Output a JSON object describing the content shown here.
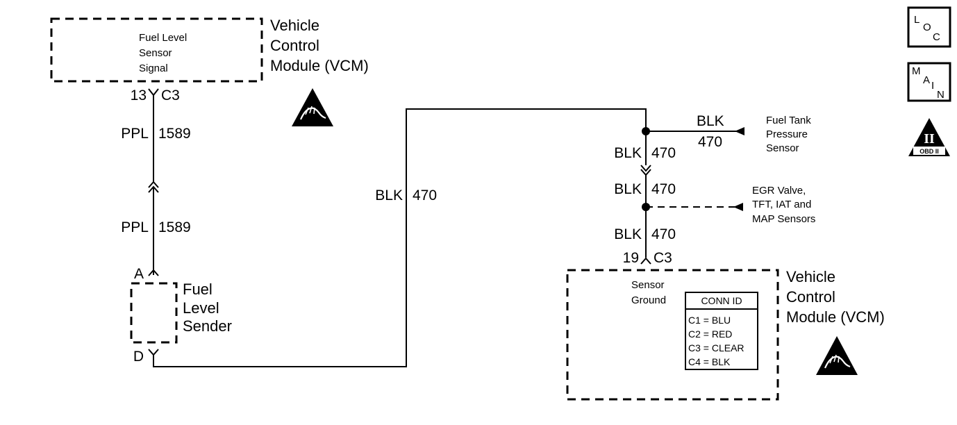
{
  "vcm_top": {
    "title_lines": [
      "Vehicle",
      "Control",
      "Module (VCM)"
    ],
    "signal_lines": [
      "Fuel Level",
      "Sensor",
      "Signal"
    ],
    "pin": "13",
    "connector": "C3"
  },
  "wire_ppl_upper": {
    "color": "PPL",
    "circuit": "1589"
  },
  "wire_ppl_lower": {
    "color": "PPL",
    "circuit": "1589"
  },
  "sender": {
    "title_lines": [
      "Fuel",
      "Level",
      "Sender"
    ],
    "terminal_top": "A",
    "terminal_bottom": "D"
  },
  "wire_blk_long": {
    "color": "BLK",
    "circuit": "470"
  },
  "wire_blk_tank": {
    "color": "BLK",
    "circuit": "470"
  },
  "wire_blk_right_1": {
    "color": "BLK",
    "circuit": "470"
  },
  "wire_blk_right_2": {
    "color": "BLK",
    "circuit": "470"
  },
  "wire_blk_right_3": {
    "color": "BLK",
    "circuit": "470"
  },
  "fuel_tank_sensor": {
    "lines": [
      "Fuel Tank",
      "Pressure",
      "Sensor"
    ]
  },
  "egr_sensors": {
    "lines": [
      "EGR Valve,",
      "TFT, IAT and",
      "MAP Sensors"
    ]
  },
  "vcm_bottom": {
    "title_lines": [
      "Vehicle",
      "Control",
      "Module (VCM)"
    ],
    "ground_lines": [
      "Sensor",
      "Ground"
    ],
    "pin": "19",
    "connector": "C3"
  },
  "conn_id": {
    "header": "CONN ID",
    "rows": [
      "C1 = BLU",
      "C2 = RED",
      "C3 = CLEAR",
      "C4 = BLK"
    ]
  },
  "side_icons": {
    "loc": [
      "L",
      "O",
      "C"
    ],
    "main": [
      "M",
      "A",
      "I",
      "N"
    ],
    "obd_numeral": "II",
    "obd_label": "OBD II"
  }
}
